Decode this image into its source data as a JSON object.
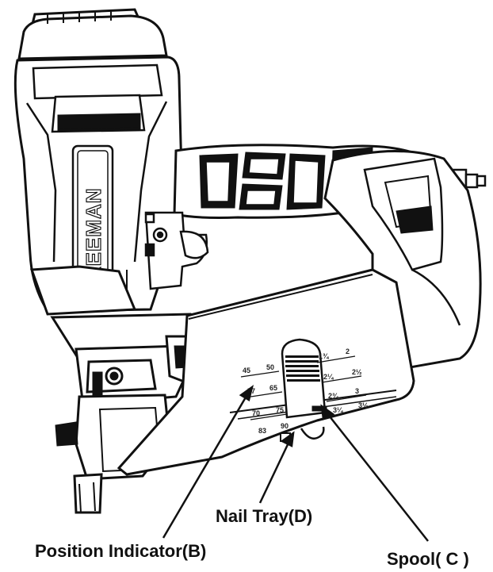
{
  "brand": "FREEMAN",
  "labels": {
    "position_indicator": "Position Indicator(B)",
    "nail_tray": "Nail Tray(D)",
    "spool": "Spool( C )"
  },
  "scale": {
    "left_rows": [
      [
        "45",
        "50"
      ],
      [
        "57",
        "65"
      ],
      [
        "70",
        "75"
      ],
      [
        "83",
        "90"
      ]
    ],
    "right_rows": [
      [
        "1¾",
        "2"
      ],
      [
        "2¼",
        "2½"
      ],
      [
        "2¾",
        "3"
      ],
      [
        "3¼",
        "3½"
      ]
    ]
  },
  "colors": {
    "ink": "#111111",
    "body": "#ffffff"
  }
}
